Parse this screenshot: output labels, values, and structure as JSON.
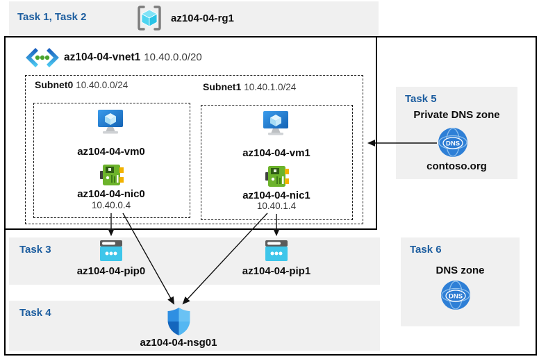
{
  "header": {
    "tasks": "Task 1, Task 2",
    "rg": "az104-04-rg1"
  },
  "vnet": {
    "name": "az104-04-vnet1",
    "cidr": "10.40.0.0/20"
  },
  "subnet0": {
    "name": "Subnet0",
    "cidr": "10.40.0.0/24",
    "vm": "az104-04-vm0",
    "nic": "az104-04-nic0",
    "ip": "10.40.0.4"
  },
  "subnet1": {
    "name": "Subnet1",
    "cidr": "10.40.1.0/24",
    "vm": "az104-04-vm1",
    "nic": "az104-04-nic1",
    "ip": "10.40.1.4"
  },
  "task3": {
    "label": "Task 3",
    "pip0": "az104-04-pip0",
    "pip1": "az104-04-pip1"
  },
  "task4": {
    "label": "Task 4",
    "nsg": "az104-04-nsg01"
  },
  "task5": {
    "label": "Task 5",
    "title": "Private DNS zone",
    "zone": "contoso.org"
  },
  "task6": {
    "label": "Task 6",
    "title": "DNS zone"
  },
  "icons": {
    "dns_text": "DNS"
  },
  "colors": {
    "task_blue": "#1c5d9f",
    "panel_gray": "#f0f0f0",
    "border_black": "#000000",
    "vm_blue": "#2d8fe0",
    "nic_green": "#6cb32b",
    "pip_cyan": "#3ec6ea",
    "dns_blue": "#2e7fd6",
    "shield_blue": "#2f8fe2"
  }
}
